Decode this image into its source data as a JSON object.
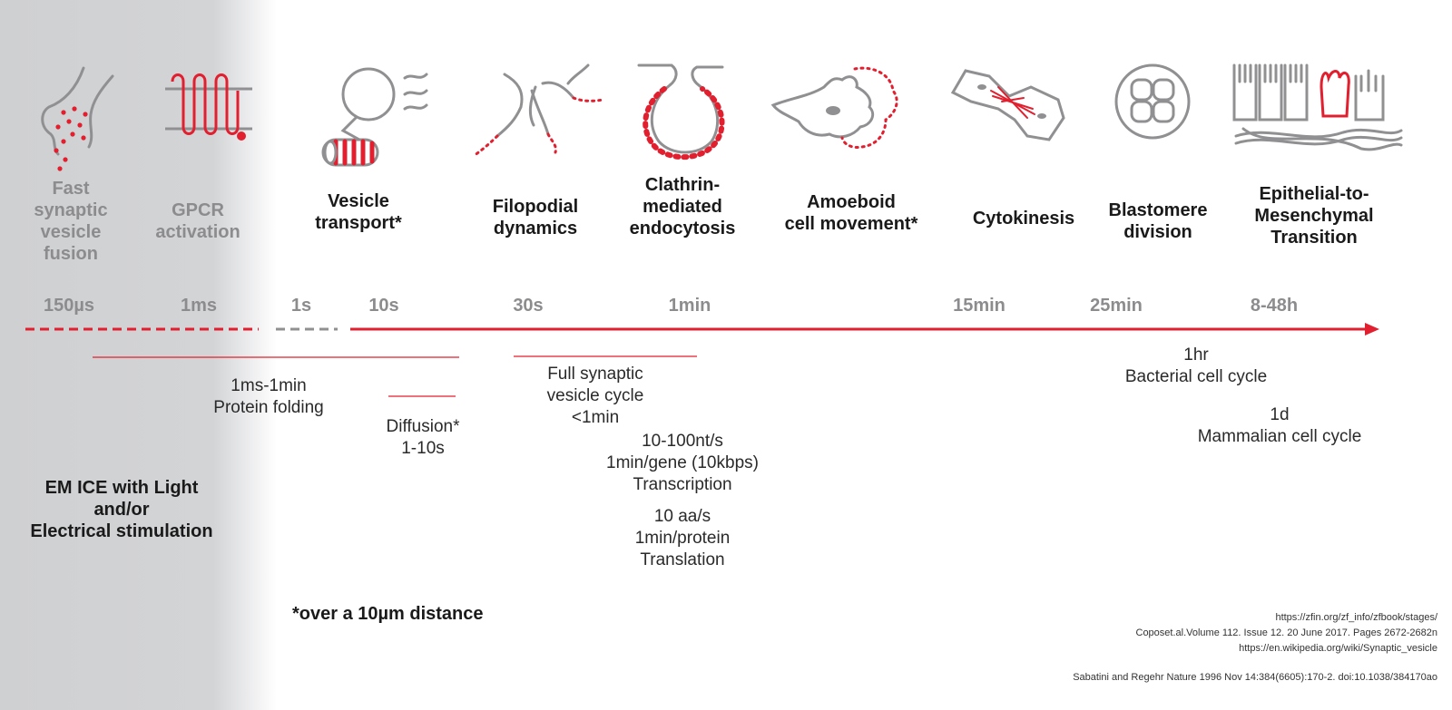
{
  "colors": {
    "accent": "#e21f2f",
    "grey": "#909092",
    "panel": "#d3d4d6"
  },
  "processes": [
    {
      "id": "fast-synaptic-vesicle-fusion",
      "label": "Fast\nsynaptic\nvesicle\nfusion",
      "muted": true
    },
    {
      "id": "gpcr-activation",
      "label": "GPCR\nactivation",
      "muted": true
    },
    {
      "id": "vesicle-transport",
      "label": "Vesicle\ntransport*",
      "muted": false
    },
    {
      "id": "filopodial-dynamics",
      "label": "Filopodial\ndynamics",
      "muted": false
    },
    {
      "id": "clathrin-mediated-endocytosis",
      "label": "Clathrin-\nmediated\nendocytosis",
      "muted": false
    },
    {
      "id": "amoeboid-cell-movement",
      "label": "Amoeboid\ncell movement*",
      "muted": false
    },
    {
      "id": "cytokinesis",
      "label": "Cytokinesis",
      "muted": false
    },
    {
      "id": "blastomere-division",
      "label": "Blastomere\ndivision",
      "muted": false
    },
    {
      "id": "epithelial-to-mesenchymal-transition",
      "label": "Epithelial-to-\nMesenchymal\nTransition",
      "muted": false
    }
  ],
  "timescale": [
    "150µs",
    "1ms",
    "1s",
    "10s",
    "30s",
    "1min",
    "15min",
    "25min",
    "8-48h"
  ],
  "ranges": [
    {
      "id": "protein-folding",
      "text": "1ms-1min\nProtein folding"
    },
    {
      "id": "diffusion",
      "text": "Diffusion*\n1-10s"
    },
    {
      "id": "synaptic-vesicle-cycle",
      "text": "Full synaptic\nvesicle cycle\n<1min"
    },
    {
      "id": "transcription",
      "text": "10-100nt/s\n1min/gene (10kbps)\nTranscription"
    },
    {
      "id": "translation",
      "text": "10 aa/s\n1min/protein\nTranslation"
    },
    {
      "id": "bacterial-cell-cycle",
      "text": "1hr\nBacterial cell cycle"
    },
    {
      "id": "mammalian-cell-cycle",
      "text": "1d\nMammalian cell cycle"
    }
  ],
  "em_label": "EM ICE with Light and/or\nElectrical stimulation",
  "footnote": "*over a 10µm distance",
  "references": [
    "https://zfin.org/zf_info/zfbook/stages/",
    "Coposet.al.Volume 112. Issue 12. 20 June 2017. Pages 2672-2682n",
    "https://en.wikipedia.org/wiki/Synaptic_vesicle",
    "Sabatini and Regehr Nature 1996 Nov 14:384(6605):170-2. doi:10.1038/384170ao"
  ]
}
